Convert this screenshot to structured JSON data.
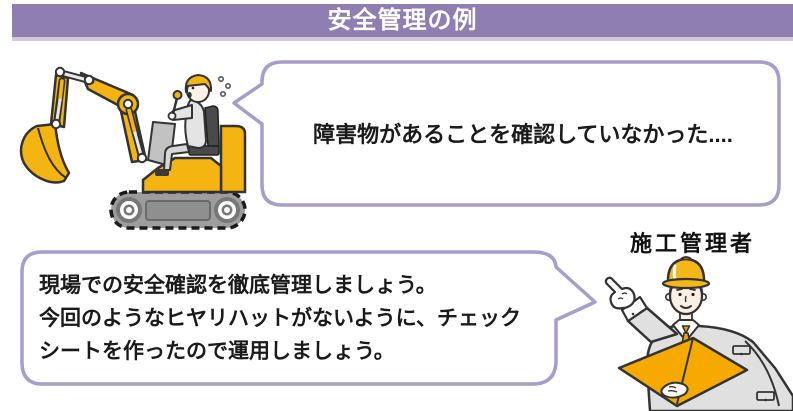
{
  "header": {
    "title": "安全管理の例"
  },
  "operator_bubble": {
    "text": "障害物があることを確認していなかった...."
  },
  "manager_bubble": {
    "text": "現場での安全確認を徹底管理しましょう。\n今回のようなヒヤリハットがないように、チェック\nシートを作ったので運用しましょう。"
  },
  "manager": {
    "label": "施工管理者"
  },
  "colors": {
    "header_bg": "#8E7EB2",
    "header_underline": "#CFC8E0",
    "bubble_border": "#A79CCB",
    "text": "#1A1A1A",
    "machine_yellow": "#F4B512",
    "folder_orange": "#F6AA00",
    "uniform_gray": "#E0E0E0",
    "track_gray": "#9D9D9D"
  },
  "illustrations": {
    "excavator": "mini-excavator-with-worried-operator",
    "manager": "site-manager-pointing-holding-folder"
  }
}
